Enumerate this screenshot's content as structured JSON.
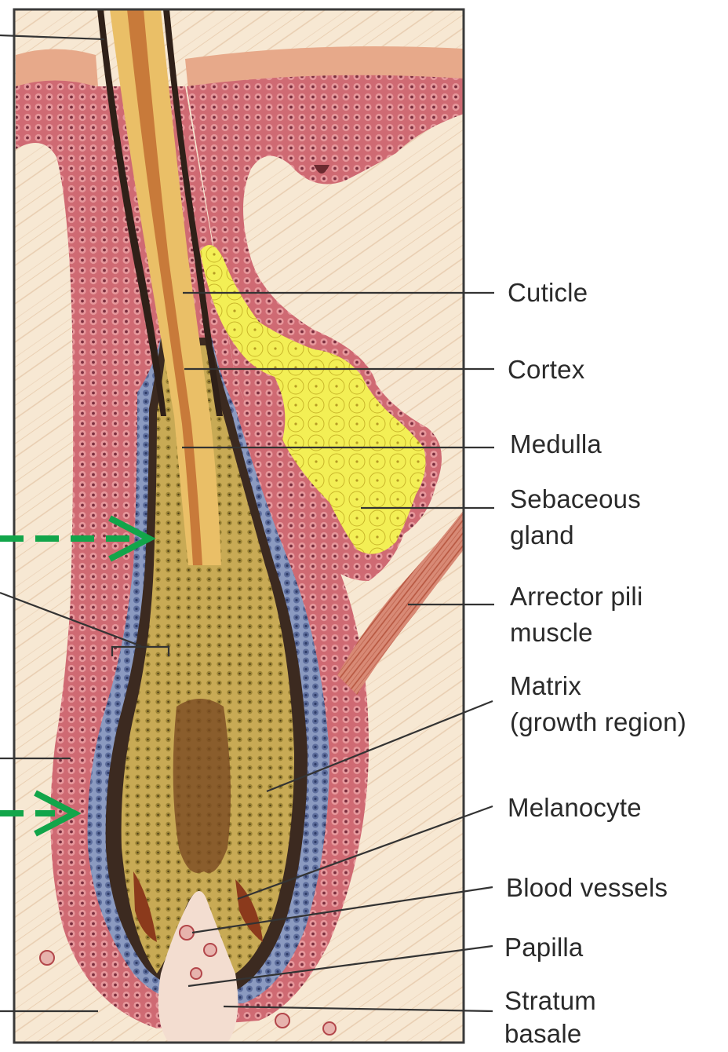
{
  "labels": {
    "cuticle": "Cuticle",
    "cortex": "Cortex",
    "medulla": "Medulla",
    "sebaceous_gland": [
      "Sebaceous",
      "gland"
    ],
    "arrector_pili_muscle": [
      "Arrector pili",
      "muscle"
    ],
    "matrix": [
      "Matrix",
      "(growth region)"
    ],
    "melanocyte": "Melanocyte",
    "blood_vessels": "Blood vessels",
    "papilla": "Papilla",
    "stratum_basale": [
      "Stratum",
      "basale"
    ]
  },
  "colors": {
    "arrow_green": "#12a54a",
    "epidermis_pink": "#c9626d",
    "dermis_cream": "#f6e6cf",
    "sebaceous_yellow": "#f2ee54",
    "hair_shaft_gold": "#e9b85c",
    "blue_sheath": "#6f7eab",
    "matrix_olive": "#b79a48",
    "dark_line": "#3b2a22"
  },
  "icons": [
    "arrow-right-dashed"
  ]
}
